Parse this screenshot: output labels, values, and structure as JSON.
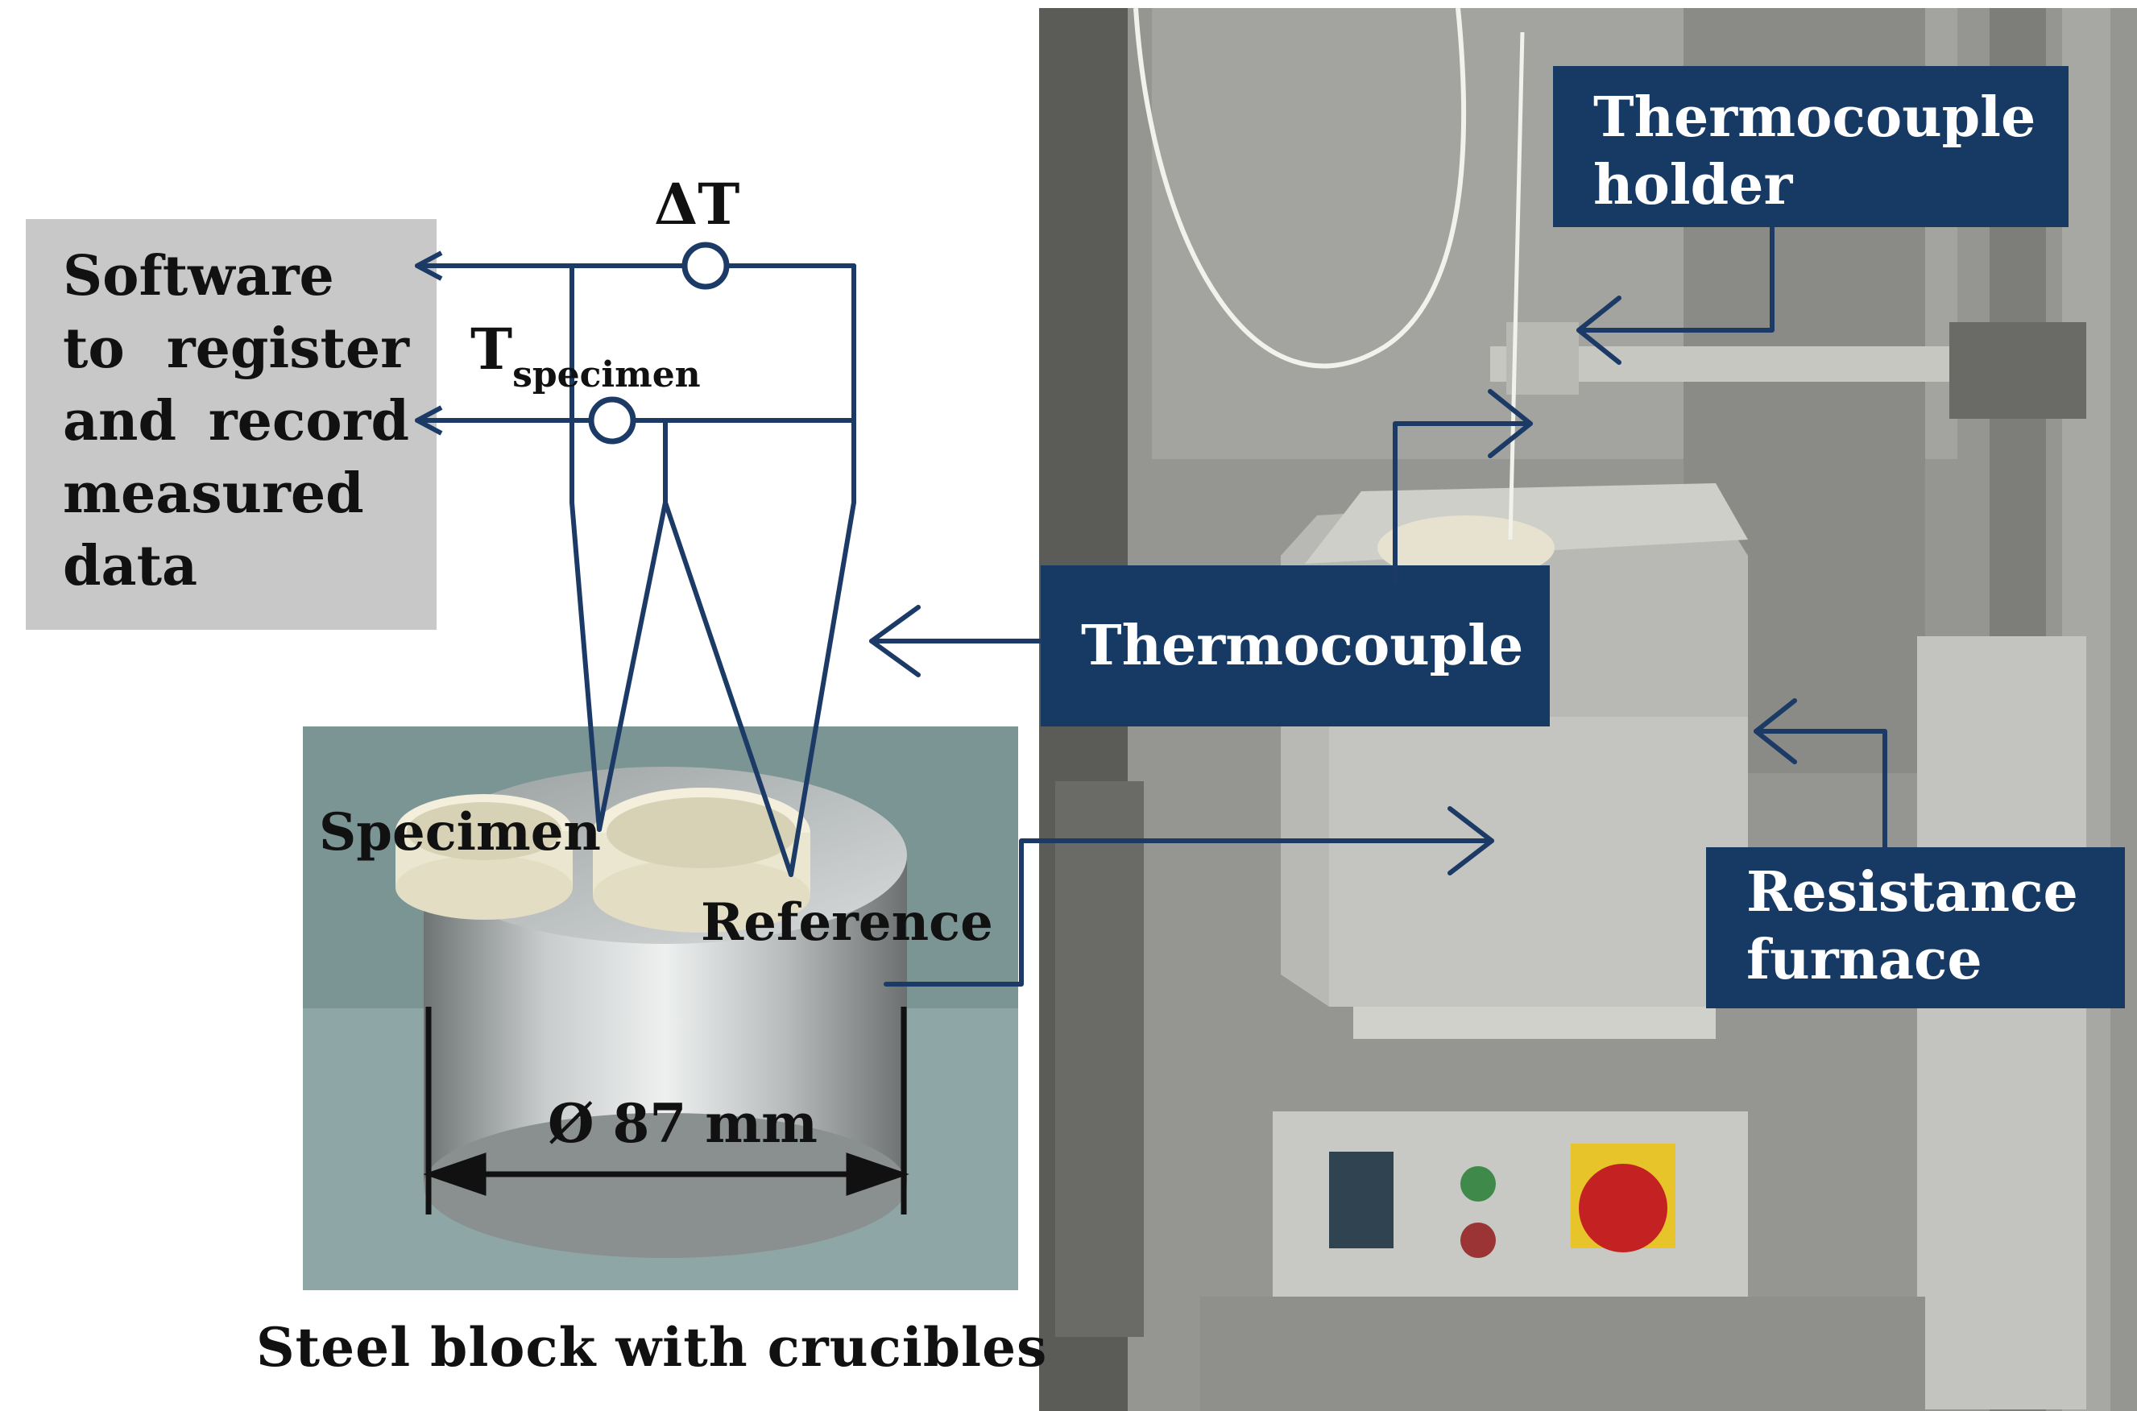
{
  "software_box": {
    "text": "Software to register and record measured data"
  },
  "labels": {
    "delta_t": "ΔT",
    "t_main": "T",
    "t_sub": "specimen",
    "specimen": "Specimen",
    "reference": "Reference",
    "diameter": "Ø 87 mm",
    "caption": "Steel block with crucibles"
  },
  "callouts": {
    "thermocouple_holder": "Thermocouple holder",
    "thermocouple": "Thermocouple",
    "resistance_furnace": "Resistance furnace"
  },
  "colors": {
    "line": "#1c3a66",
    "label_bg": "#173a64",
    "software_bg": "#c8c8c8"
  }
}
